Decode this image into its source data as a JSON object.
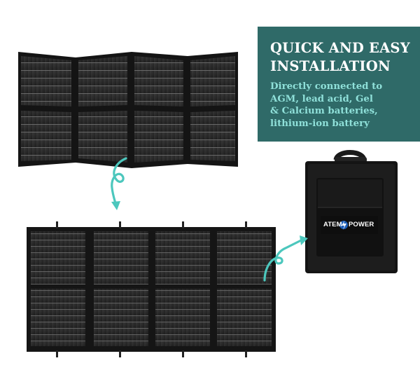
{
  "info": {
    "title_line1": "QUICK AND EASY",
    "title_line2": "INSTALLATION",
    "body_lines": [
      "Directly connected to",
      "AGM, lead acid,  Gel",
      "& Calcium batteries,",
      "lithium-ion battery"
    ]
  },
  "bag": {
    "brand_left": "ATEM",
    "brand_right": "POWER"
  },
  "colors": {
    "accent_teal": "#4cc7bd",
    "box_bg": "#2f6a68",
    "box_text": "#8fe0d9"
  }
}
